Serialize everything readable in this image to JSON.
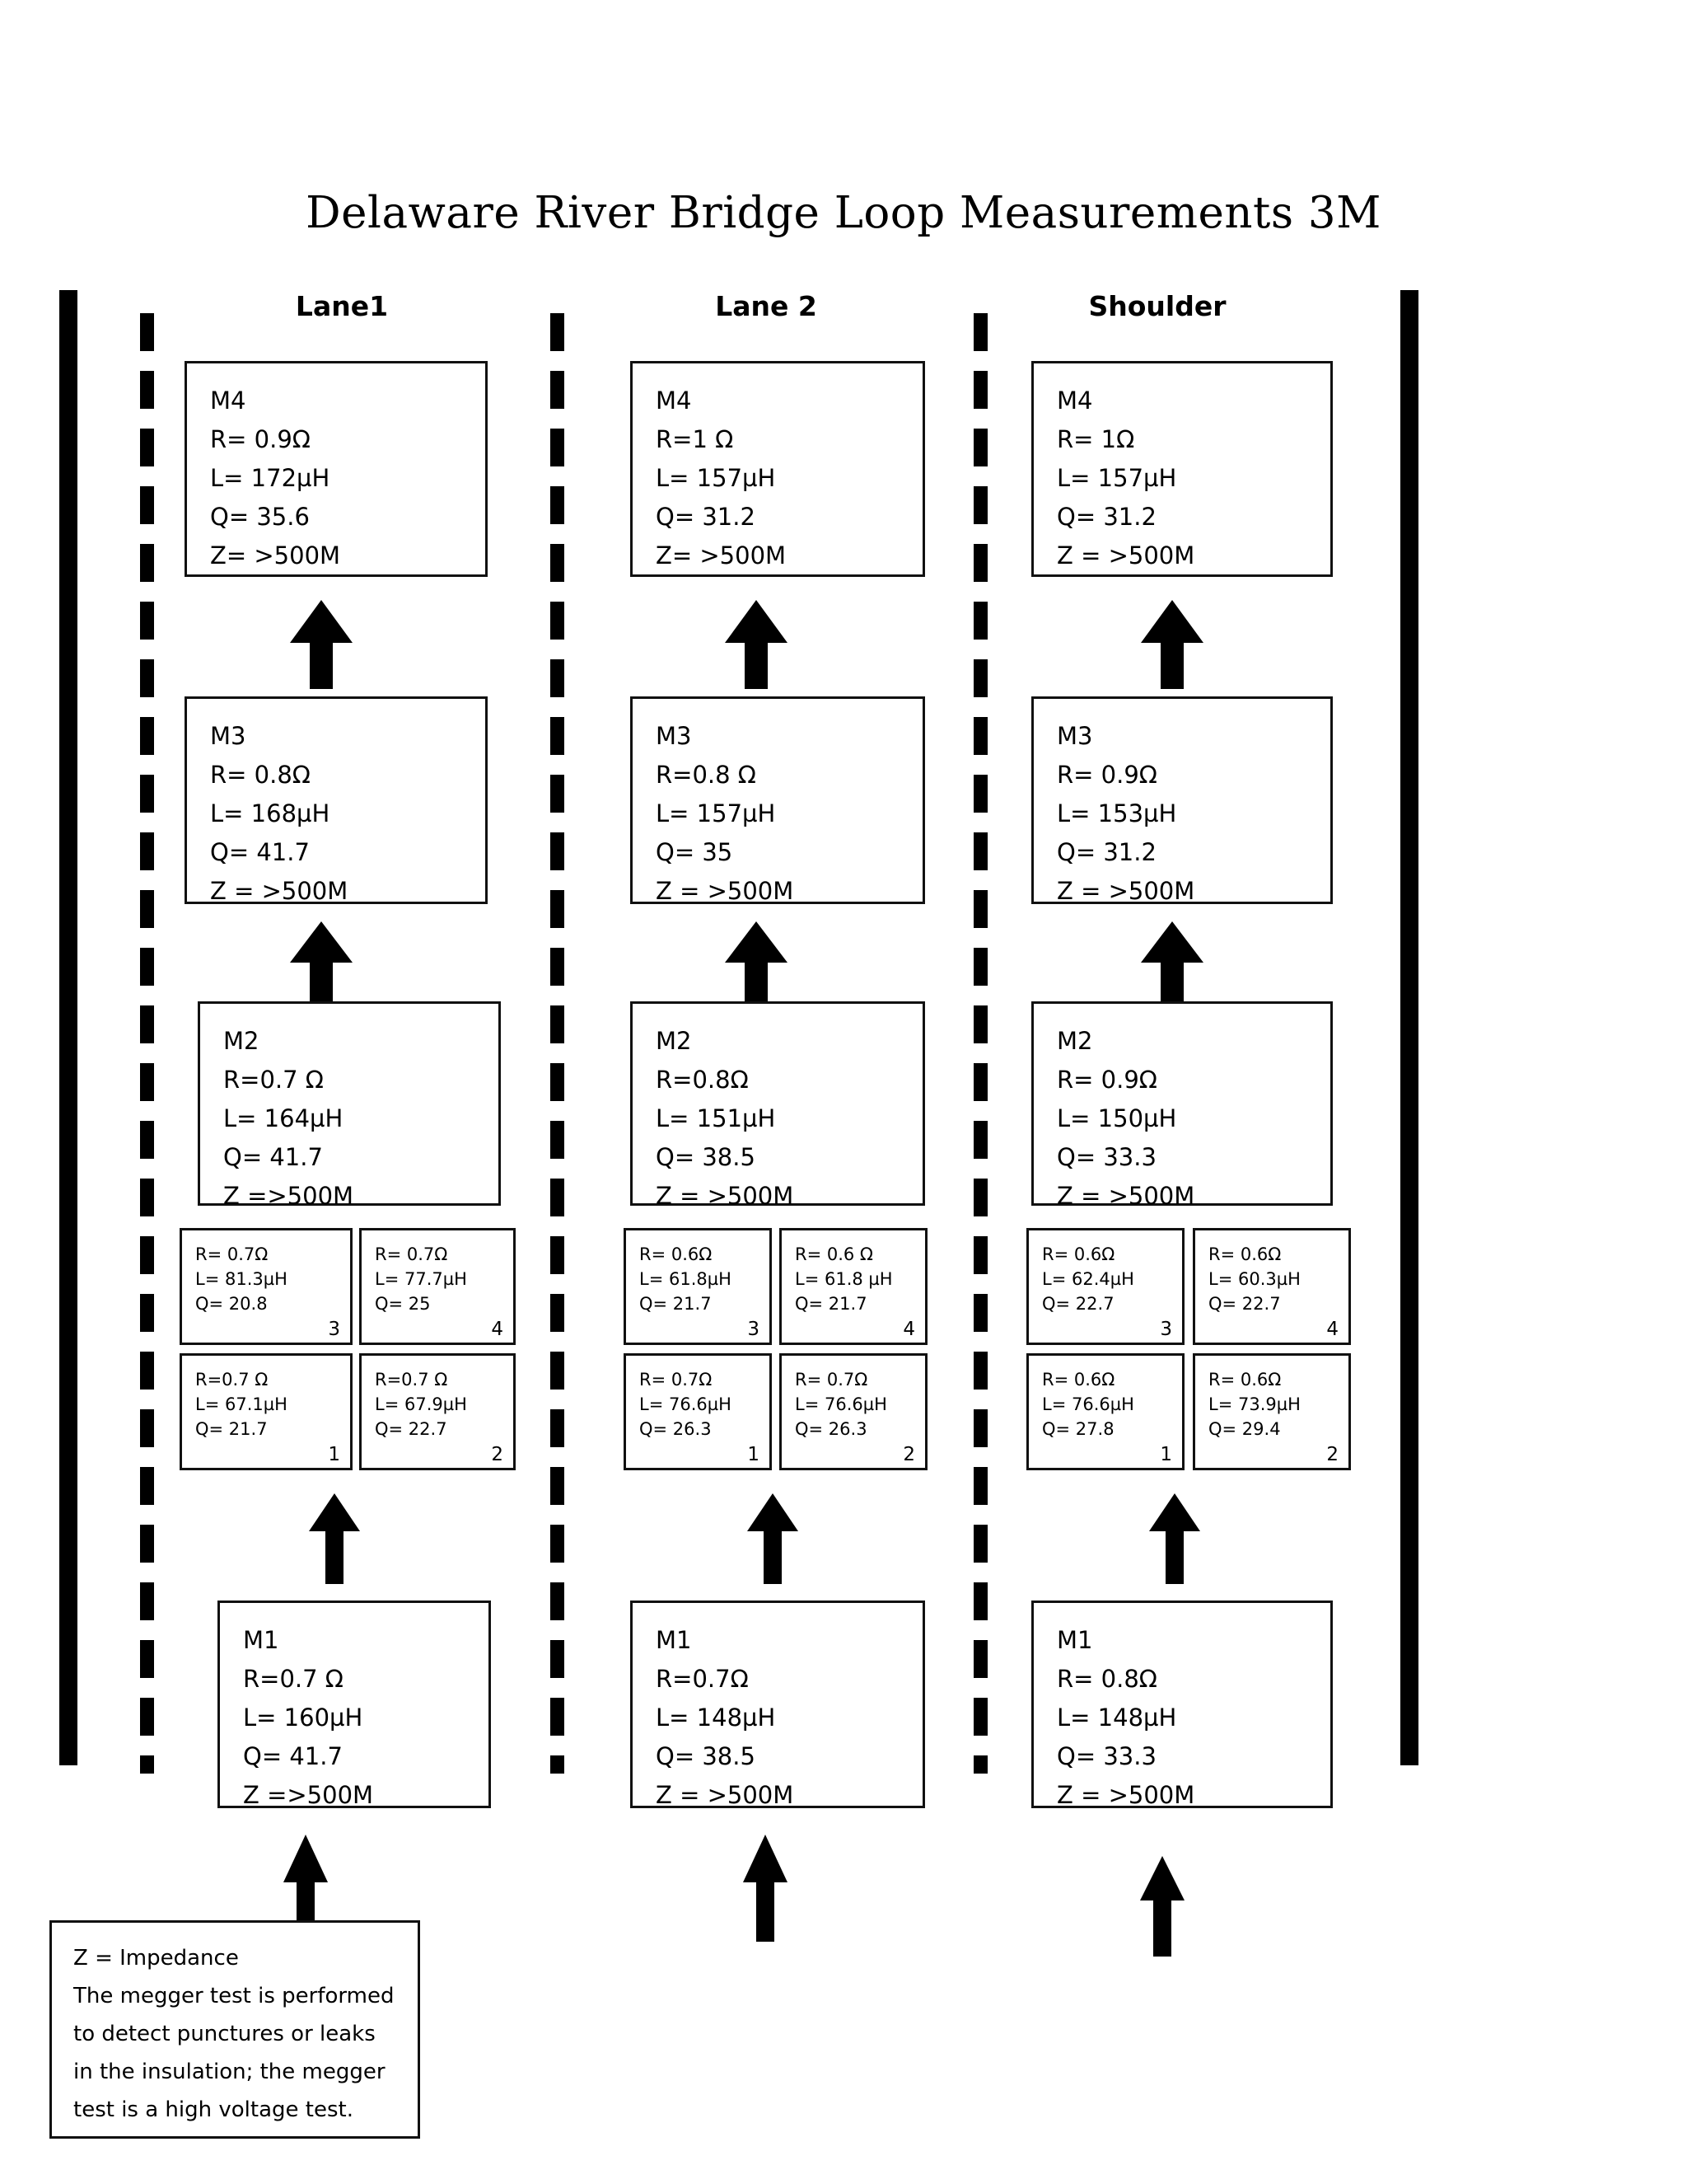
{
  "title": "Delaware River Bridge  Loop Measurements 3M",
  "columns": [
    {
      "header": "Lane1"
    },
    {
      "header": "Lane 2"
    },
    {
      "header": "Shoulder"
    }
  ],
  "lane1": {
    "m4": {
      "name": "M4",
      "r": "R= 0.9Ω",
      "l": "L= 172µH",
      "q": "Q= 35.6",
      "z": "Z= >500M"
    },
    "m3": {
      "name": "M3",
      "r": "R= 0.8Ω",
      "l": "L= 168µH",
      "q": "Q= 41.7",
      "z": "Z = >500M"
    },
    "m2": {
      "name": "M2",
      "r": "R=0.7 Ω",
      "l": "L= 164µH",
      "q": "Q= 41.7",
      "z": "Z =>500M"
    },
    "m1": {
      "name": "M1",
      "r": "R=0.7 Ω",
      "l": "L= 160µH",
      "q": "Q= 41.7",
      "z": "Z =>500M"
    },
    "q3": {
      "r": "R= 0.7Ω",
      "l": "L= 81.3µH",
      "q": "Q= 20.8",
      "num": "3"
    },
    "q4": {
      "r": "R= 0.7Ω",
      "l": "L= 77.7µH",
      "q": "Q= 25",
      "num": "4"
    },
    "q1": {
      "r": "R=0.7 Ω",
      "l": "L= 67.1µH",
      "q": "Q= 21.7",
      "num": "1"
    },
    "q2": {
      "r": "R=0.7 Ω",
      "l": "L= 67.9µH",
      "q": "Q= 22.7",
      "num": "2"
    }
  },
  "lane2": {
    "m4": {
      "name": "M4",
      "r": "R=1 Ω",
      "l": "L= 157µH",
      "q": "Q= 31.2",
      "z": "Z= >500M"
    },
    "m3": {
      "name": "M3",
      "r": "R=0.8 Ω",
      "l": "L= 157µH",
      "q": "Q= 35",
      "z": "Z = >500M"
    },
    "m2": {
      "name": "M2",
      "r": "R=0.8Ω",
      "l": "L= 151µH",
      "q": "Q= 38.5",
      "z": "Z = >500M"
    },
    "m1": {
      "name": "M1",
      "r": "R=0.7Ω",
      "l": "L= 148µH",
      "q": "Q= 38.5",
      "z": "Z = >500M"
    },
    "q3": {
      "r": "R= 0.6Ω",
      "l": "L= 61.8µH",
      "q": "Q= 21.7",
      "num": "3"
    },
    "q4": {
      "r": "R= 0.6 Ω",
      "l": "L= 61.8 µH",
      "q": "Q= 21.7",
      "num": "4"
    },
    "q1": {
      "r": "R= 0.7Ω",
      "l": "L= 76.6µH",
      "q": "Q= 26.3",
      "num": "1"
    },
    "q2": {
      "r": "R= 0.7Ω",
      "l": "L= 76.6µH",
      "q": "Q= 26.3",
      "num": "2"
    }
  },
  "shoulder": {
    "m4": {
      "name": "M4",
      "r": "R= 1Ω",
      "l": "L= 157µH",
      "q": "Q= 31.2",
      "z": "Z = >500M"
    },
    "m3": {
      "name": "M3",
      "r": "R= 0.9Ω",
      "l": "L= 153µH",
      "q": "Q= 31.2",
      "z": "Z = >500M"
    },
    "m2": {
      "name": "M2",
      "r": "R= 0.9Ω",
      "l": "L= 150µH",
      "q": "Q= 33.3",
      "z": "Z = >500M"
    },
    "m1": {
      "name": "M1",
      "r": "R= 0.8Ω",
      "l": "L= 148µH",
      "q": "Q= 33.3",
      "z": "Z = >500M"
    },
    "q3": {
      "r": "R= 0.6Ω",
      "l": "L= 62.4µH",
      "q": "Q= 22.7",
      "num": "3"
    },
    "q4": {
      "r": "R= 0.6Ω",
      "l": "L= 60.3µH",
      "q": "Q= 22.7",
      "num": "4"
    },
    "q1": {
      "r": "R= 0.6Ω",
      "l": "L= 76.6µH",
      "q": "Q= 27.8",
      "num": "1"
    },
    "q2": {
      "r": "R= 0.6Ω",
      "l": "L= 73.9µH",
      "q": "Q= 29.4",
      "num": "2"
    }
  },
  "legend": {
    "line1": "Z = Impedance",
    "line2": "The megger  test is performed",
    "line3": "to detect punctures or leaks",
    "line4": "in the insulation; the megger",
    "line5": "test is a high voltage test."
  },
  "colors": {
    "ink": "#000000",
    "box_border": "#111111",
    "background": "#ffffff"
  }
}
